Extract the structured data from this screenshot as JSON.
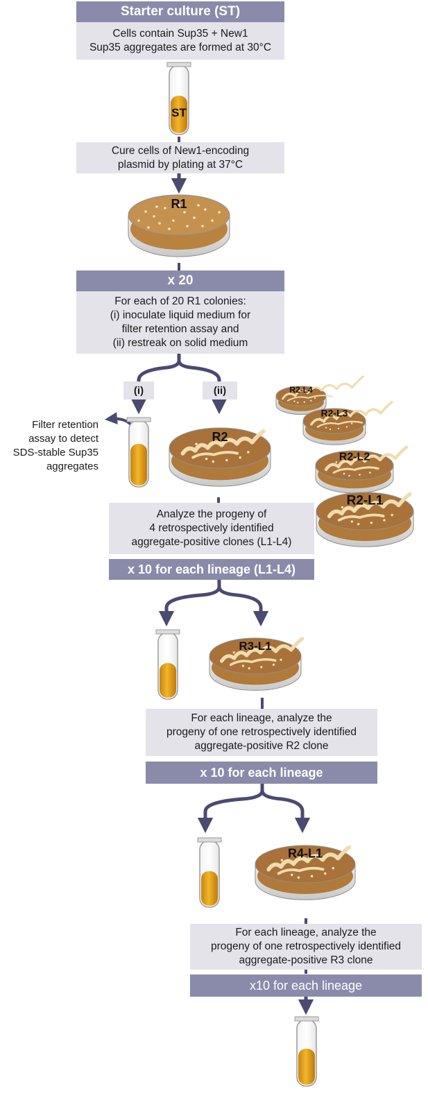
{
  "starter": {
    "header": "Starter culture (ST)",
    "line1": "Cells contain Sup35 + New1",
    "line2": "Sup35 aggregates are formed at 30°C",
    "tube_label": "ST"
  },
  "cure": {
    "line1": "Cure cells of New1-encoding",
    "line2": "plasmid by plating at 37°C"
  },
  "plates": {
    "r1": "R1",
    "r2": "R2",
    "r3": "R3-L1",
    "r4": "R4-L1",
    "lineage": [
      "R2-L4",
      "R2-L3",
      "R2-L2",
      "R2-L1"
    ]
  },
  "round1": {
    "band": "x 20",
    "line1": "For each of 20 R1 colonies:",
    "line2": "(i) inoculate liquid medium for",
    "line3": "filter retention assay and",
    "line4": "(ii) restreak on solid medium",
    "tag_i": "(i)",
    "tag_ii": "(ii)"
  },
  "filter": {
    "line1": "Filter retention",
    "line2": "assay to detect",
    "line3": "SDS-stable Sup35",
    "line4": "aggregates"
  },
  "round2": {
    "line1": "Analyze the progeny of",
    "line2": "4 retrospectively identified",
    "line3": "aggregate-positive clones (L1-L4)",
    "band": "x 10 for each lineage (L1-L4)"
  },
  "round3": {
    "line1": "For each lineage, analyze the",
    "line2": "progeny of one retrospectively identified",
    "line3": "aggregate-positive R2 clone",
    "band": "x 10 for each lineage"
  },
  "round4": {
    "line1": "For each lineage, analyze the",
    "line2": "progeny of one retrospectively identified",
    "line3": "aggregate-positive R3 clone",
    "band": "x10  for each lineage"
  },
  "colors": {
    "band": "#8a8bab",
    "box": "#e4e3ea",
    "arrow": "#4a4a72",
    "agar": "#b9823f",
    "liquid": "#e8a21a"
  }
}
